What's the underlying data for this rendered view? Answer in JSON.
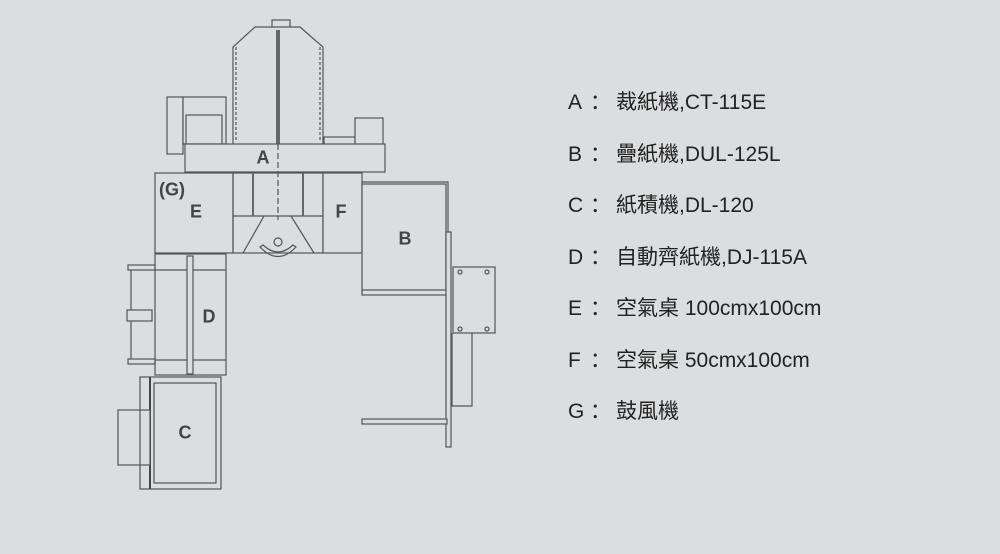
{
  "labels": {
    "A": "A",
    "B": "B",
    "C": "C",
    "D": "D",
    "E": "E",
    "F": "F",
    "G": "(G)"
  },
  "legend": [
    {
      "key": "A",
      "sep": "：",
      "text": "裁紙機,CT-115E"
    },
    {
      "key": "B",
      "sep": "：",
      "text": "疊紙機,DUL-125L"
    },
    {
      "key": "C",
      "sep": "：",
      "text": "紙積機,DL-120"
    },
    {
      "key": "D",
      "sep": "：",
      "text": "自動齊紙機,DJ-115A"
    },
    {
      "key": "E",
      "sep": "：",
      "text": "空氣桌 100cmx100cm"
    },
    {
      "key": "F",
      "sep": "：",
      "text": "空氣桌 50cmx100cm"
    },
    {
      "key": "G",
      "sep": "：",
      "text": "鼓風機"
    }
  ]
}
